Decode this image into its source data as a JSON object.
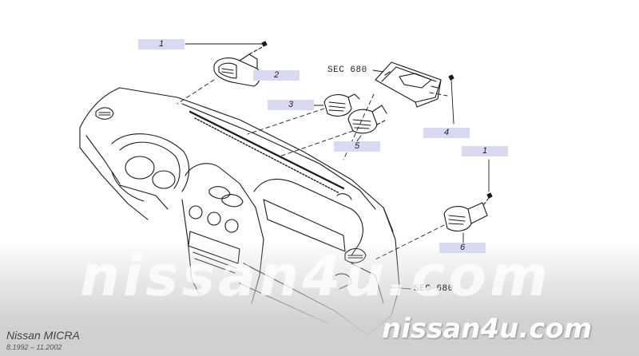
{
  "callouts": {
    "c1_top": "1",
    "c2": "2",
    "c3": "3",
    "c4": "4",
    "c5": "5",
    "c1_right": "1",
    "c6": "6"
  },
  "sec_refs": {
    "upper": "SEC 680",
    "lower": "SEC 680"
  },
  "watermark": "nissan4u.com",
  "footer": {
    "brand": "nissan4u.com",
    "model": "Nissan MICRA",
    "years": "8.1992 – 11.2002"
  }
}
